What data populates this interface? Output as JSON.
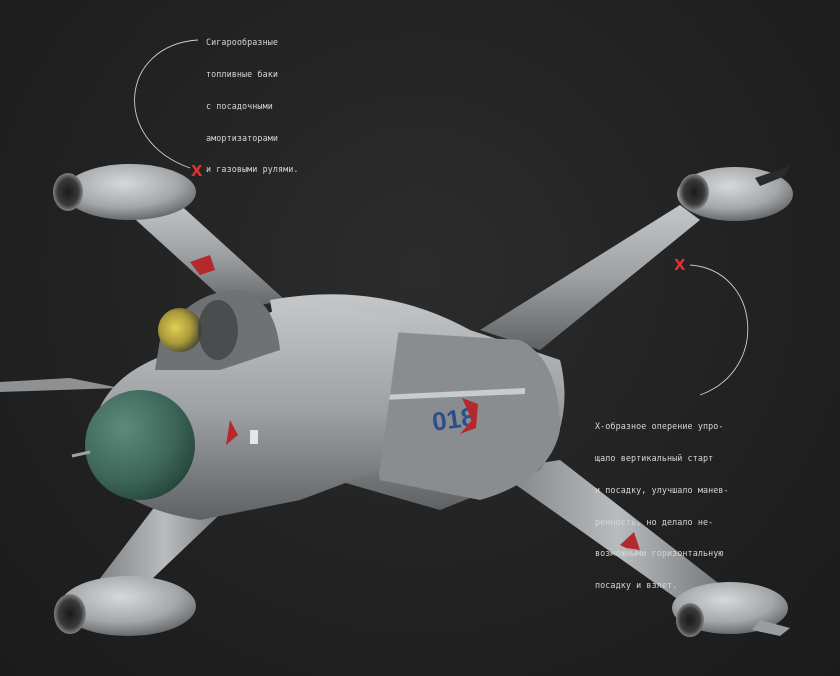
{
  "annotations": {
    "fuel_tanks": {
      "lines": [
        "Сигарообразные",
        "топливные баки",
        "с посадочными",
        "амортизаторами",
        "и газовыми рулями."
      ],
      "marker": "X",
      "marker_color": "#e0322f"
    },
    "x_tail": {
      "lines": [
        "Х-образное оперение упро-",
        "щало вертикальный старт",
        "и посадку, улучшало манев-",
        "ренность, но делало не-",
        "возможными горизонтальную",
        "посадку и взлет."
      ],
      "marker": "X",
      "marker_color": "#e0322f"
    }
  },
  "aircraft": {
    "tail_number": "018",
    "colors": {
      "background": "#232323",
      "fuselage": "#9a9d9f",
      "nose_cone": "#3f6a5c",
      "canopy_glass": "#c8b640",
      "star": "#b5282c",
      "tail_number": "#2c4f8c"
    }
  }
}
